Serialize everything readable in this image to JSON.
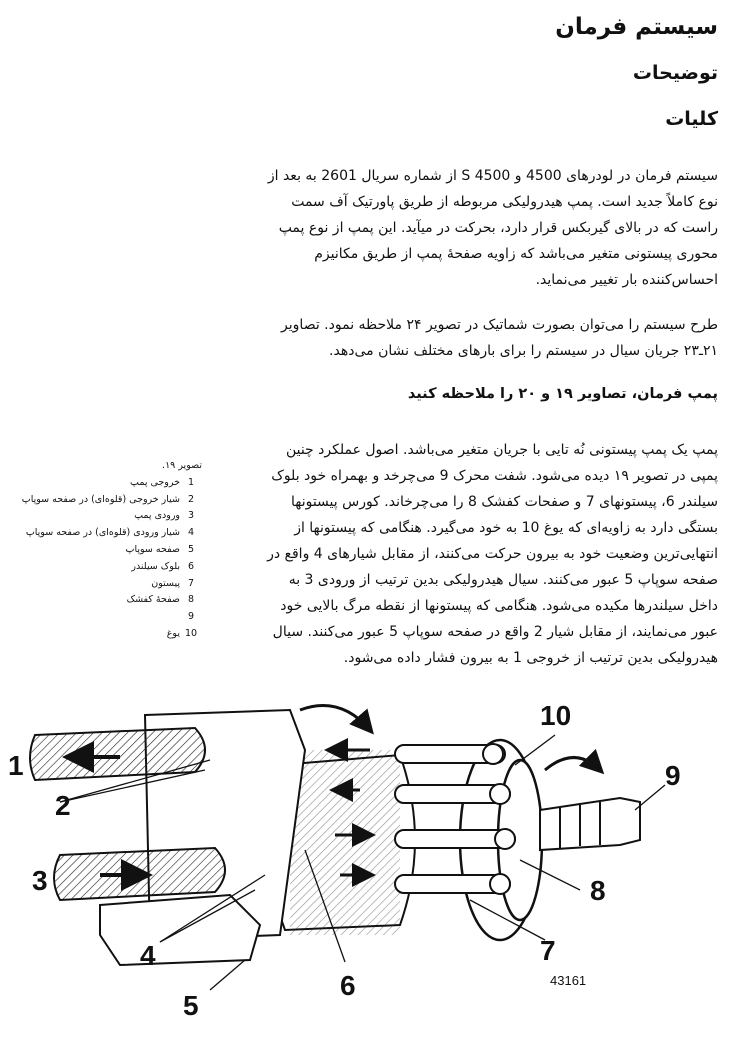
{
  "doc": {
    "title": "سیستم فرمان",
    "section": "توضیحات",
    "subsection": "کلیات",
    "para1": "سیستم فرمان در لودرهای 4500 و 4500 S از شماره سریال 2601 به بعد از نوع کاملاً جدید است. پمپ هیدرولیکی مربوطه از طریق پاورتیک آف سمت راست که در بالای گیربکس قرار دارد، بحرکت در میآید. این پمپ از نوع پمپ محوری پیستونی متغیر می‌باشد که زاویه صفحهٔ پمپ از طریق مکانیزم احساس‌کننده بار تغییر می‌نماید.",
    "para2": "طرح سیستم را می‌توان بصورت شماتیک در تصویر ۲۴ ملاحظه نمود. تصاویر ۲۱ـ۲۳ جریان سیال در سیستم را برای بارهای مختلف نشان می‌دهد.",
    "heading_pump": "پمپ فرمان، تصاویر ۱۹ و ۲۰ را ملاحظه کنید",
    "para3": "پمپ یک پمپ پیستونی نُه تایی با جریان متغیر می‌باشد. اصول عملکرد چنین پمپی در تصویر ۱۹ دیده می‌شود. شفت محرک 9 می‌چرخد و بهمراه خود بلوک سیلندر 6، پیستونهای 7 و صفحات کفشک 8 را می‌چرخاند. کورس پیستونها بستگی دارد به زاویه‌ای که یوغ 10 به خود می‌گیرد. هنگامی که پیستونها از انتهایی‌ترین وضعیت خود به بیرون حرکت می‌کنند، از مقابل شیارهای 4 واقع در صفحه سوپاپ 5 عبور می‌کنند. سیال هیدرولیکی بدین ترتیب از ورودی 3 به داخل سیلندرها مکیده می‌شود. هنگامی که پیستونها از نقطه مرگ بالایی خود عبور می‌نمایند، از مقابل شیار 2 واقع در صفحه سوپاپ 5 عبور می‌کنند. سیال هیدرولیکی بدین ترتیب از خروجی 1 به بیرون فشار داده می‌شود."
  },
  "caption": {
    "title": "تصویر ۱۹.",
    "items": [
      {
        "num": "1",
        "text": "خروجی پمپ"
      },
      {
        "num": "2",
        "text": "شیار خروجی (قلوه‌ای) در صفحه سوپاپ"
      },
      {
        "num": "3",
        "text": "ورودی پمپ"
      },
      {
        "num": "4",
        "text": "شیار ورودی (قلوه‌ای) در صفحه سوپاپ"
      },
      {
        "num": "5",
        "text": "صفحه سوپاپ"
      },
      {
        "num": "6",
        "text": "بلوک سیلندر"
      },
      {
        "num": "7",
        "text": "پیستون"
      },
      {
        "num": "8",
        "text": "صفحهٔ کفشک"
      },
      {
        "num": "9",
        "text": ""
      },
      {
        "num": "10",
        "text": "یوغ"
      }
    ]
  },
  "figure": {
    "callouts": {
      "c1": "1",
      "c2": "2",
      "c3": "3",
      "c4": "4",
      "c5": "5",
      "c6": "6",
      "c7": "7",
      "c8": "8",
      "c9": "9",
      "c10": "10"
    },
    "ref": "43161"
  }
}
